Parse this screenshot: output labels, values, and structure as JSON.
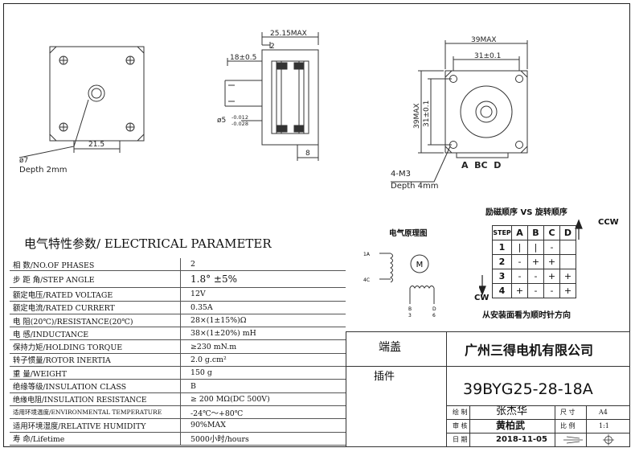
{
  "drawing": {
    "front": {
      "hole_dia": "ø7",
      "depth": "Depth 2mm",
      "width_dim": "21.5"
    },
    "side": {
      "length_max": "25.15MAX",
      "step2": "2",
      "shaft_len": "18±0.5",
      "shaft_dia_main": "ø5",
      "shaft_tol_upper": "-0.012",
      "shaft_tol_lower": "-0.028",
      "bottom_dim": "8"
    },
    "rear": {
      "width_max": "39MAX",
      "hole_spacing": "31±0.1",
      "height_max": "39MAX",
      "height_spacing": "31±0.1",
      "thread": "4-M3",
      "depth": "Depth 4mm",
      "terminals": "A  BC  D"
    }
  },
  "title": "电气特性参数/ ELECTRICAL PARAMETER",
  "parameters": [
    {
      "label": "相     数/NO.OF PHASES",
      "value": "2"
    },
    {
      "label": "步 距 角/STEP ANGLE",
      "value": "1.8°  ±5%"
    },
    {
      "label": "额定电压/RATED VOLTAGE",
      "value": "12V"
    },
    {
      "label": "额定电流/RATED CURRERT",
      "value": "0.35A"
    },
    {
      "label": "电     阻(20℃)/RESISTANCE(20℃)",
      "value": "28×(1±15%)Ω"
    },
    {
      "label": "电     感/INDUCTANCE",
      "value": "38×(1±20%) mH"
    },
    {
      "label": "保持力矩/HOLDING TORQUE",
      "value": "≥230 mN.m"
    },
    {
      "label": "转子惯量/ROTOR INERTIA",
      "value": "2.0 g.cm²"
    },
    {
      "label": "重     量/WEIGHT",
      "value": "150 g"
    },
    {
      "label": "绝缘等级/INSULATION CLASS",
      "value": "B"
    },
    {
      "label": "绝缘电阻/INSULATION RESISTANCE",
      "value": "≥ 200 MΩ(DC 500V)"
    },
    {
      "label": "适用环境温度/ENVIRONMENTAL TEMPERATURE",
      "value": "-24℃～+80℃"
    },
    {
      "label": "适用环境湿度/RELATIVE HUMIDITY",
      "value": "90%MAX"
    },
    {
      "label": "寿     命/Lifetime",
      "value": "5000小时/hours"
    }
  ],
  "schematic": {
    "title": "电气原理图",
    "motor": "M",
    "label_1a": "1A",
    "label_4c": "4C",
    "pins": [
      "B",
      "D"
    ],
    "pin_nums": [
      "3",
      "6"
    ]
  },
  "sequence": {
    "title": "励磁顺序 VS 旋转顺序",
    "ccw": "CCW",
    "cw": "CW",
    "headers": [
      "STEP",
      "A",
      "B",
      "C",
      "D"
    ],
    "rows": [
      [
        "1",
        "|",
        "|",
        "-",
        ""
      ],
      [
        "2",
        "-",
        "+",
        "+",
        ""
      ],
      [
        "3",
        "-",
        "-",
        "+",
        "+"
      ],
      [
        "4",
        "+",
        "-",
        "-",
        "+"
      ]
    ],
    "note": "从安装面看为顺时针方向"
  },
  "titleblock": {
    "end_cover": "端盖",
    "plugin": "插件",
    "company": "广州三得电机有限公司",
    "model": "39BYG25-28-18A",
    "draw_label": "绘   制",
    "draw_name": "张杰华",
    "check_label": "审   核",
    "check_name": "黄柏武",
    "date_label": "日   期",
    "date_value": "2018-11-05",
    "size_label": "尺   寸",
    "size_value": "A4",
    "scale_label": "比   例",
    "scale_value": "1:1"
  }
}
